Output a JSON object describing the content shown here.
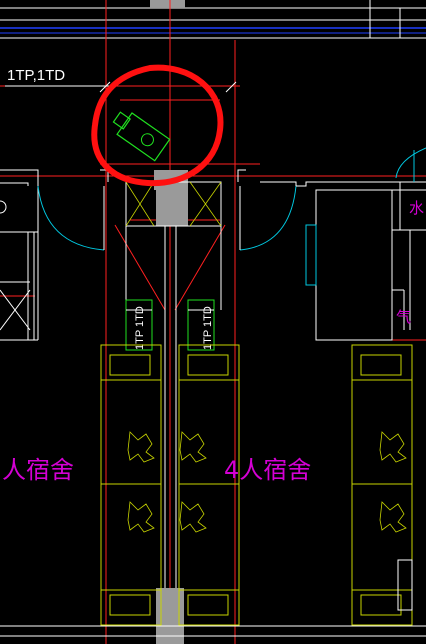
{
  "drawing": {
    "tag_label": "1TP,1TD",
    "room_label_left": "人宿舍",
    "room_label_right": "4人宿舍",
    "edge_label_water": "水",
    "edge_label_right_mid": "气",
    "fixture_label_left": "1TP 1TD",
    "fixture_label_right": "1TP 1TD",
    "colors": {
      "background": "#000000",
      "wall": "#ffffff",
      "axis": "#ff2020",
      "furniture": "#c8d400",
      "door_arc": "#00c8e0",
      "device": "#20e020",
      "annotation_circle": "#ff1010",
      "room_text": "#d400d4",
      "fill_gray": "#9a9a9a",
      "blue_line": "#2040ff"
    }
  }
}
